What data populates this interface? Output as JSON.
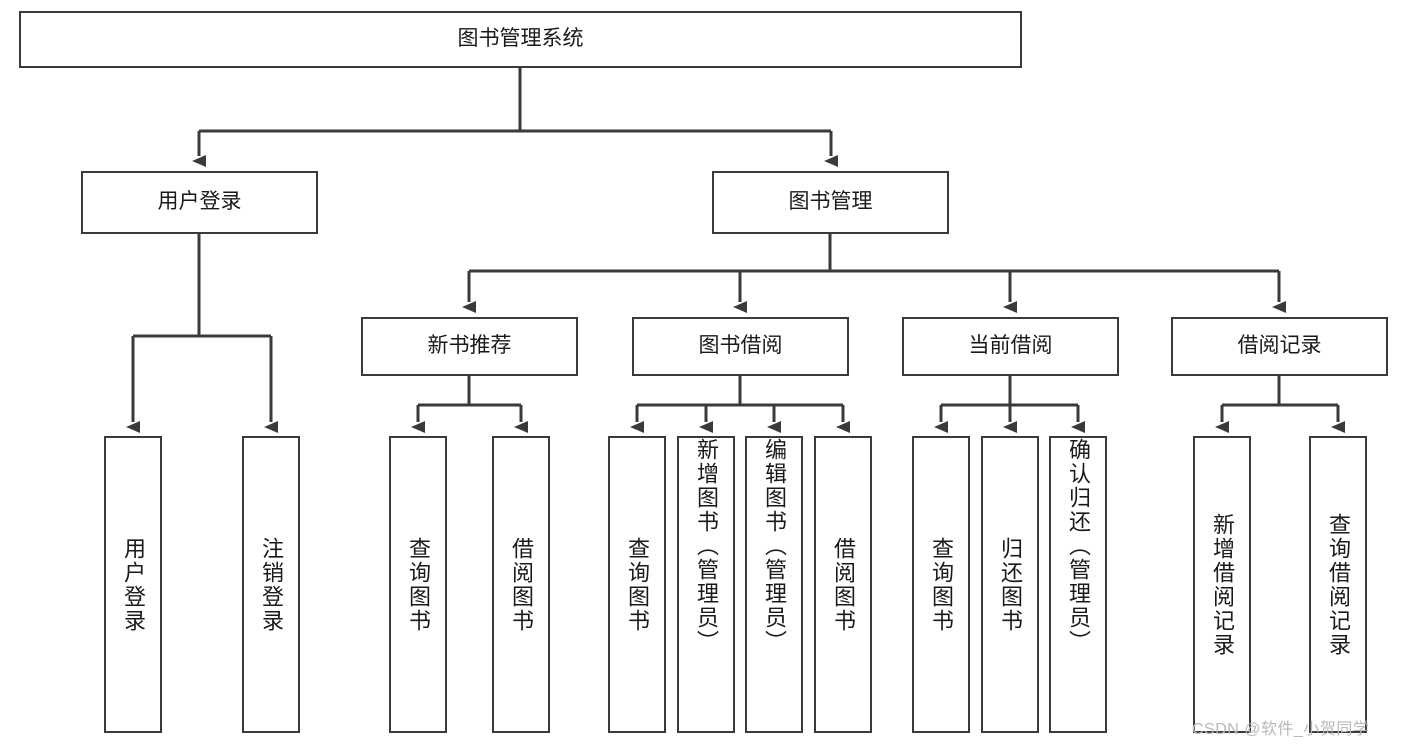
{
  "diagram": {
    "title": "图书管理系统",
    "type": "tree-hierarchy",
    "root": {
      "label": "图书管理系统"
    },
    "level2": [
      {
        "label": "用户登录"
      },
      {
        "label": "图书管理"
      }
    ],
    "level3": [
      {
        "label": "新书推荐"
      },
      {
        "label": "图书借阅"
      },
      {
        "label": "当前借阅"
      },
      {
        "label": "借阅记录"
      }
    ],
    "leaves": {
      "user_login": [
        {
          "label": "用户登录"
        },
        {
          "label": "注销登录"
        }
      ],
      "new_book_recommend": [
        {
          "label": "查询图书"
        },
        {
          "label": "借阅图书"
        }
      ],
      "book_borrow": [
        {
          "label": "查询图书"
        },
        {
          "label": "新增图书（管理员）"
        },
        {
          "label": "编辑图书（管理员）"
        },
        {
          "label": "借阅图书"
        }
      ],
      "current_borrow": [
        {
          "label": "查询图书"
        },
        {
          "label": "归还图书"
        },
        {
          "label": "确认归还（管理员）"
        }
      ],
      "borrow_record": [
        {
          "label": "新增借阅记录"
        },
        {
          "label": "查询借阅记录"
        }
      ]
    }
  },
  "watermark": {
    "text": "CSDN @软件_小贺同学"
  },
  "colors": {
    "border": "#3a3a3a",
    "text": "#1a1a1a",
    "background": "#ffffff",
    "watermark": "#b8b8b8"
  }
}
